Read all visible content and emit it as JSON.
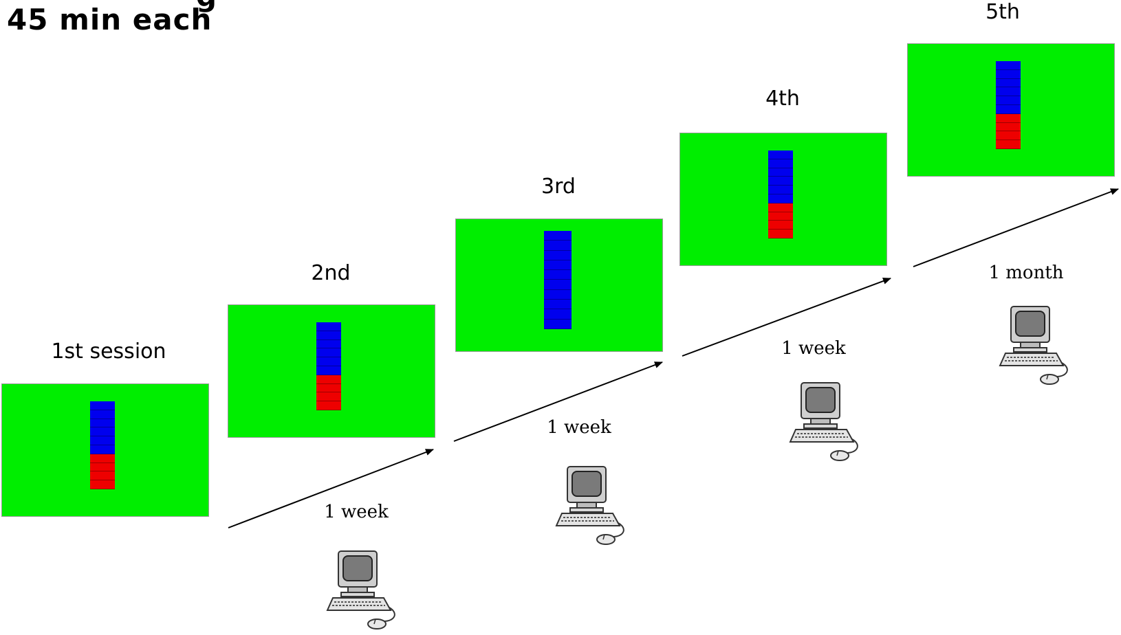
{
  "header": {
    "subtitle": "45 min each"
  },
  "colors": {
    "panel_bg": "#00ee00",
    "block_blue": "#0000ee",
    "block_red": "#ee0000",
    "arrow": "#000000"
  },
  "sessions": [
    {
      "label": "1st session",
      "blue_blocks": 6,
      "red_blocks": 4
    },
    {
      "label": "2nd",
      "blue_blocks": 6,
      "red_blocks": 4
    },
    {
      "label": "3rd",
      "blue_blocks": 10,
      "red_blocks": 0
    },
    {
      "label": "4th",
      "blue_blocks": 6,
      "red_blocks": 4
    },
    {
      "label": "5th",
      "blue_blocks": 6,
      "red_blocks": 4
    }
  ],
  "intervals": [
    {
      "label": "1 week",
      "icon": "computer-icon"
    },
    {
      "label": "1 week",
      "icon": "computer-icon"
    },
    {
      "label": "1 week",
      "icon": "computer-icon"
    },
    {
      "label": "1 month",
      "icon": "computer-icon"
    }
  ]
}
